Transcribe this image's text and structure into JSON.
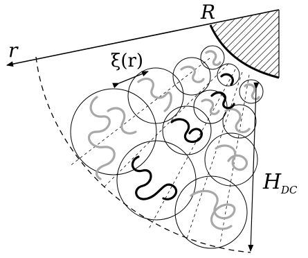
{
  "labels": {
    "radius_big": "R",
    "radius_small": "r",
    "correlation_length": "ξ(r)",
    "brush_height_main": "H",
    "brush_height_sub": "DC"
  },
  "colors": {
    "outline": "#000000",
    "grey_chain": "#a8a8a8",
    "black_chain": "#000000",
    "background": "#ffffff"
  }
}
